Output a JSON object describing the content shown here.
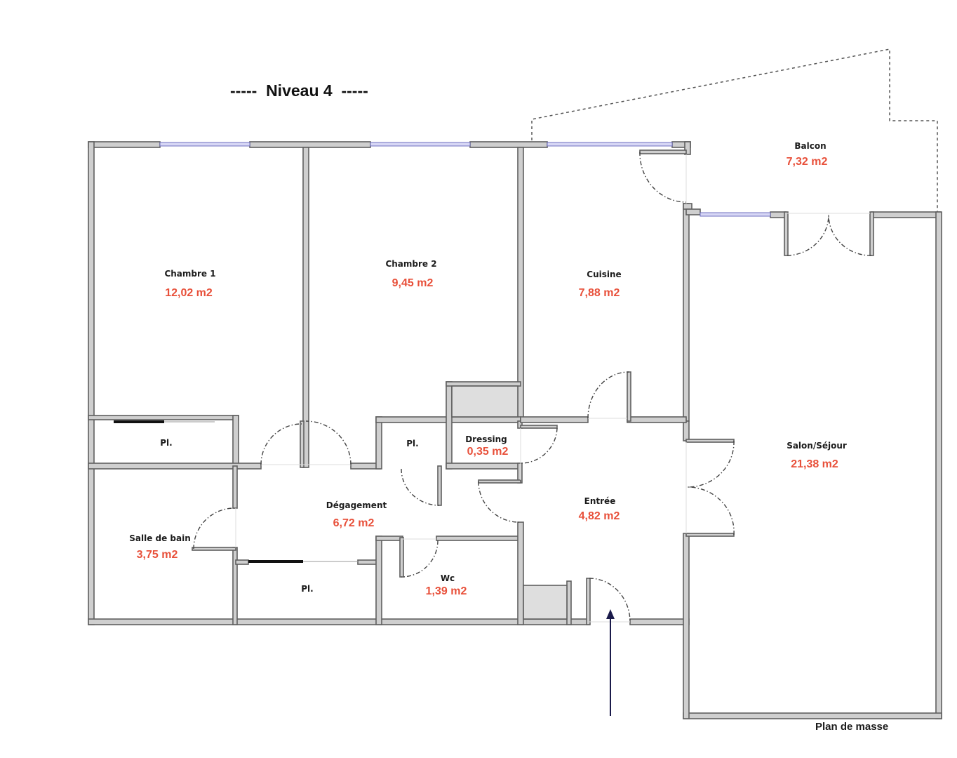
{
  "title": {
    "text": "-----  Niveau 4  -----"
  },
  "footer": {
    "text": "Plan de masse"
  },
  "colors": {
    "area_text": "#e8503a",
    "label_text": "#1c1c1c",
    "wall_fill": "#cfcfcf",
    "wall_stroke": "#5f5f5f",
    "window": "#6f6fc0",
    "entry_arrow": "#1a1a4a",
    "grey_block": "#dedede"
  },
  "rooms": [
    {
      "id": "chambre1",
      "name": "Chambre 1",
      "area": "12,02 m2"
    },
    {
      "id": "chambre2",
      "name": "Chambre 2",
      "area": "9,45 m2"
    },
    {
      "id": "cuisine",
      "name": "Cuisine",
      "area": "7,88 m2"
    },
    {
      "id": "balcon",
      "name": "Balcon",
      "area": "7,32 m2"
    },
    {
      "id": "salon",
      "name": "Salon/Séjour",
      "area": "21,38 m2"
    },
    {
      "id": "dressing",
      "name": "Dressing",
      "area": "0,35 m2"
    },
    {
      "id": "entree",
      "name": "Entrée",
      "area": "4,82 m2"
    },
    {
      "id": "degagement",
      "name": "Dégagement",
      "area": "6,72 m2"
    },
    {
      "id": "sdb",
      "name": "Salle de bain",
      "area": "3,75 m2"
    },
    {
      "id": "wc",
      "name": "Wc",
      "area": "1,39 m2"
    }
  ],
  "closets": [
    {
      "id": "pl1",
      "name": "Pl."
    },
    {
      "id": "pl2",
      "name": "Pl."
    },
    {
      "id": "pl3",
      "name": "Pl."
    }
  ],
  "icons": {
    "entry_arrow": "entry-arrow-icon"
  }
}
